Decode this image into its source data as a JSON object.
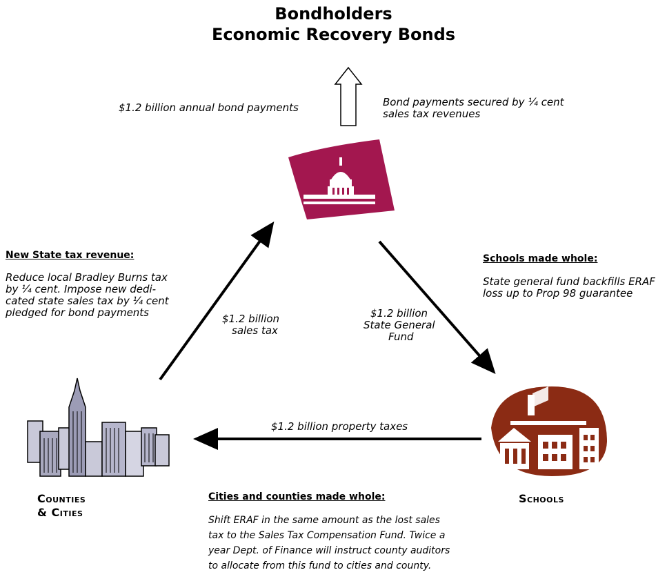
{
  "title": {
    "line1": "Bondholders",
    "line2": "Economic Recovery Bonds"
  },
  "top": {
    "left_label": "$1.2 billion annual bond payments",
    "right_line1": "Bond payments secured by ¼ cent",
    "right_line2": "sales tax revenues"
  },
  "left_note": {
    "heading": "New State tax revenue:",
    "lines": [
      "Reduce local Bradley Burns tax",
      "by ¼ cent.  Impose new dedi-",
      "cated state sales tax by ¼ cent",
      "pledged for bond payments"
    ]
  },
  "right_note": {
    "heading": "Schools made whole:",
    "lines": [
      "State general fund backfills ERAF",
      "loss up to Prop 98 guarantee"
    ]
  },
  "flows": {
    "sales_tax": [
      "$1.2 billion",
      "sales tax"
    ],
    "general_fund": [
      "$1.2 billion",
      "State General",
      "Fund"
    ],
    "property_taxes": "$1.2 billion property taxes"
  },
  "nodes": {
    "counties_line1": "Counties",
    "counties_line2": "& Cities",
    "schools": "Schools"
  },
  "bottom_note": {
    "heading": "Cities and counties made whole:",
    "lines": [
      "Shift ERAF in the same amount as the lost sales",
      "tax to the Sales Tax Compensation Fund.  Twice a",
      "year Dept. of Finance will instruct county auditors",
      "to allocate from this fund to cities and county."
    ]
  },
  "colors": {
    "state": "#a3174f",
    "schools": "#8b2b14",
    "city": "#c9c9d9"
  }
}
